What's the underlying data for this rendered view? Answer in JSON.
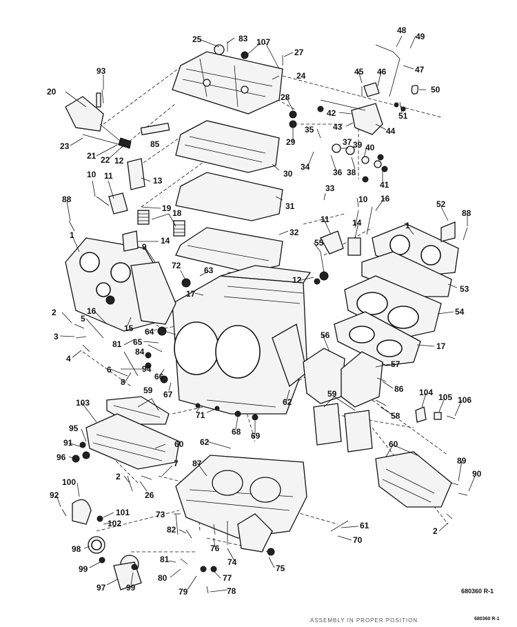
{
  "diagram": {
    "reference_code": "680360 R-1",
    "reference_code_small": "680360  R-1",
    "footer_fragment": "ASSEMBLY IN PROPER POSITION",
    "part_numbers": [
      "1",
      "2",
      "3",
      "4",
      "5",
      "6",
      "7",
      "8",
      "9",
      "10",
      "11",
      "12",
      "13",
      "14",
      "15",
      "16",
      "17",
      "18",
      "19",
      "20",
      "21",
      "22",
      "23",
      "24",
      "25",
      "26",
      "27",
      "28",
      "29",
      "30",
      "31",
      "32",
      "33",
      "34",
      "35",
      "36",
      "37",
      "38",
      "39",
      "40",
      "41",
      "42",
      "43",
      "44",
      "45",
      "46",
      "47",
      "48",
      "49",
      "50",
      "51",
      "52",
      "53",
      "54",
      "55",
      "56",
      "57",
      "58",
      "59",
      "60",
      "61",
      "62",
      "63",
      "64",
      "65",
      "66",
      "67",
      "68",
      "69",
      "70",
      "71",
      "72",
      "73",
      "74",
      "75",
      "76",
      "77",
      "78",
      "79",
      "80",
      "81",
      "82",
      "83",
      "84",
      "85",
      "86",
      "87",
      "88",
      "89",
      "90",
      "91",
      "92",
      "93",
      "94",
      "95",
      "96",
      "97",
      "98",
      "99",
      "100",
      "101",
      "102",
      "103",
      "104",
      "105",
      "106",
      "107"
    ]
  }
}
